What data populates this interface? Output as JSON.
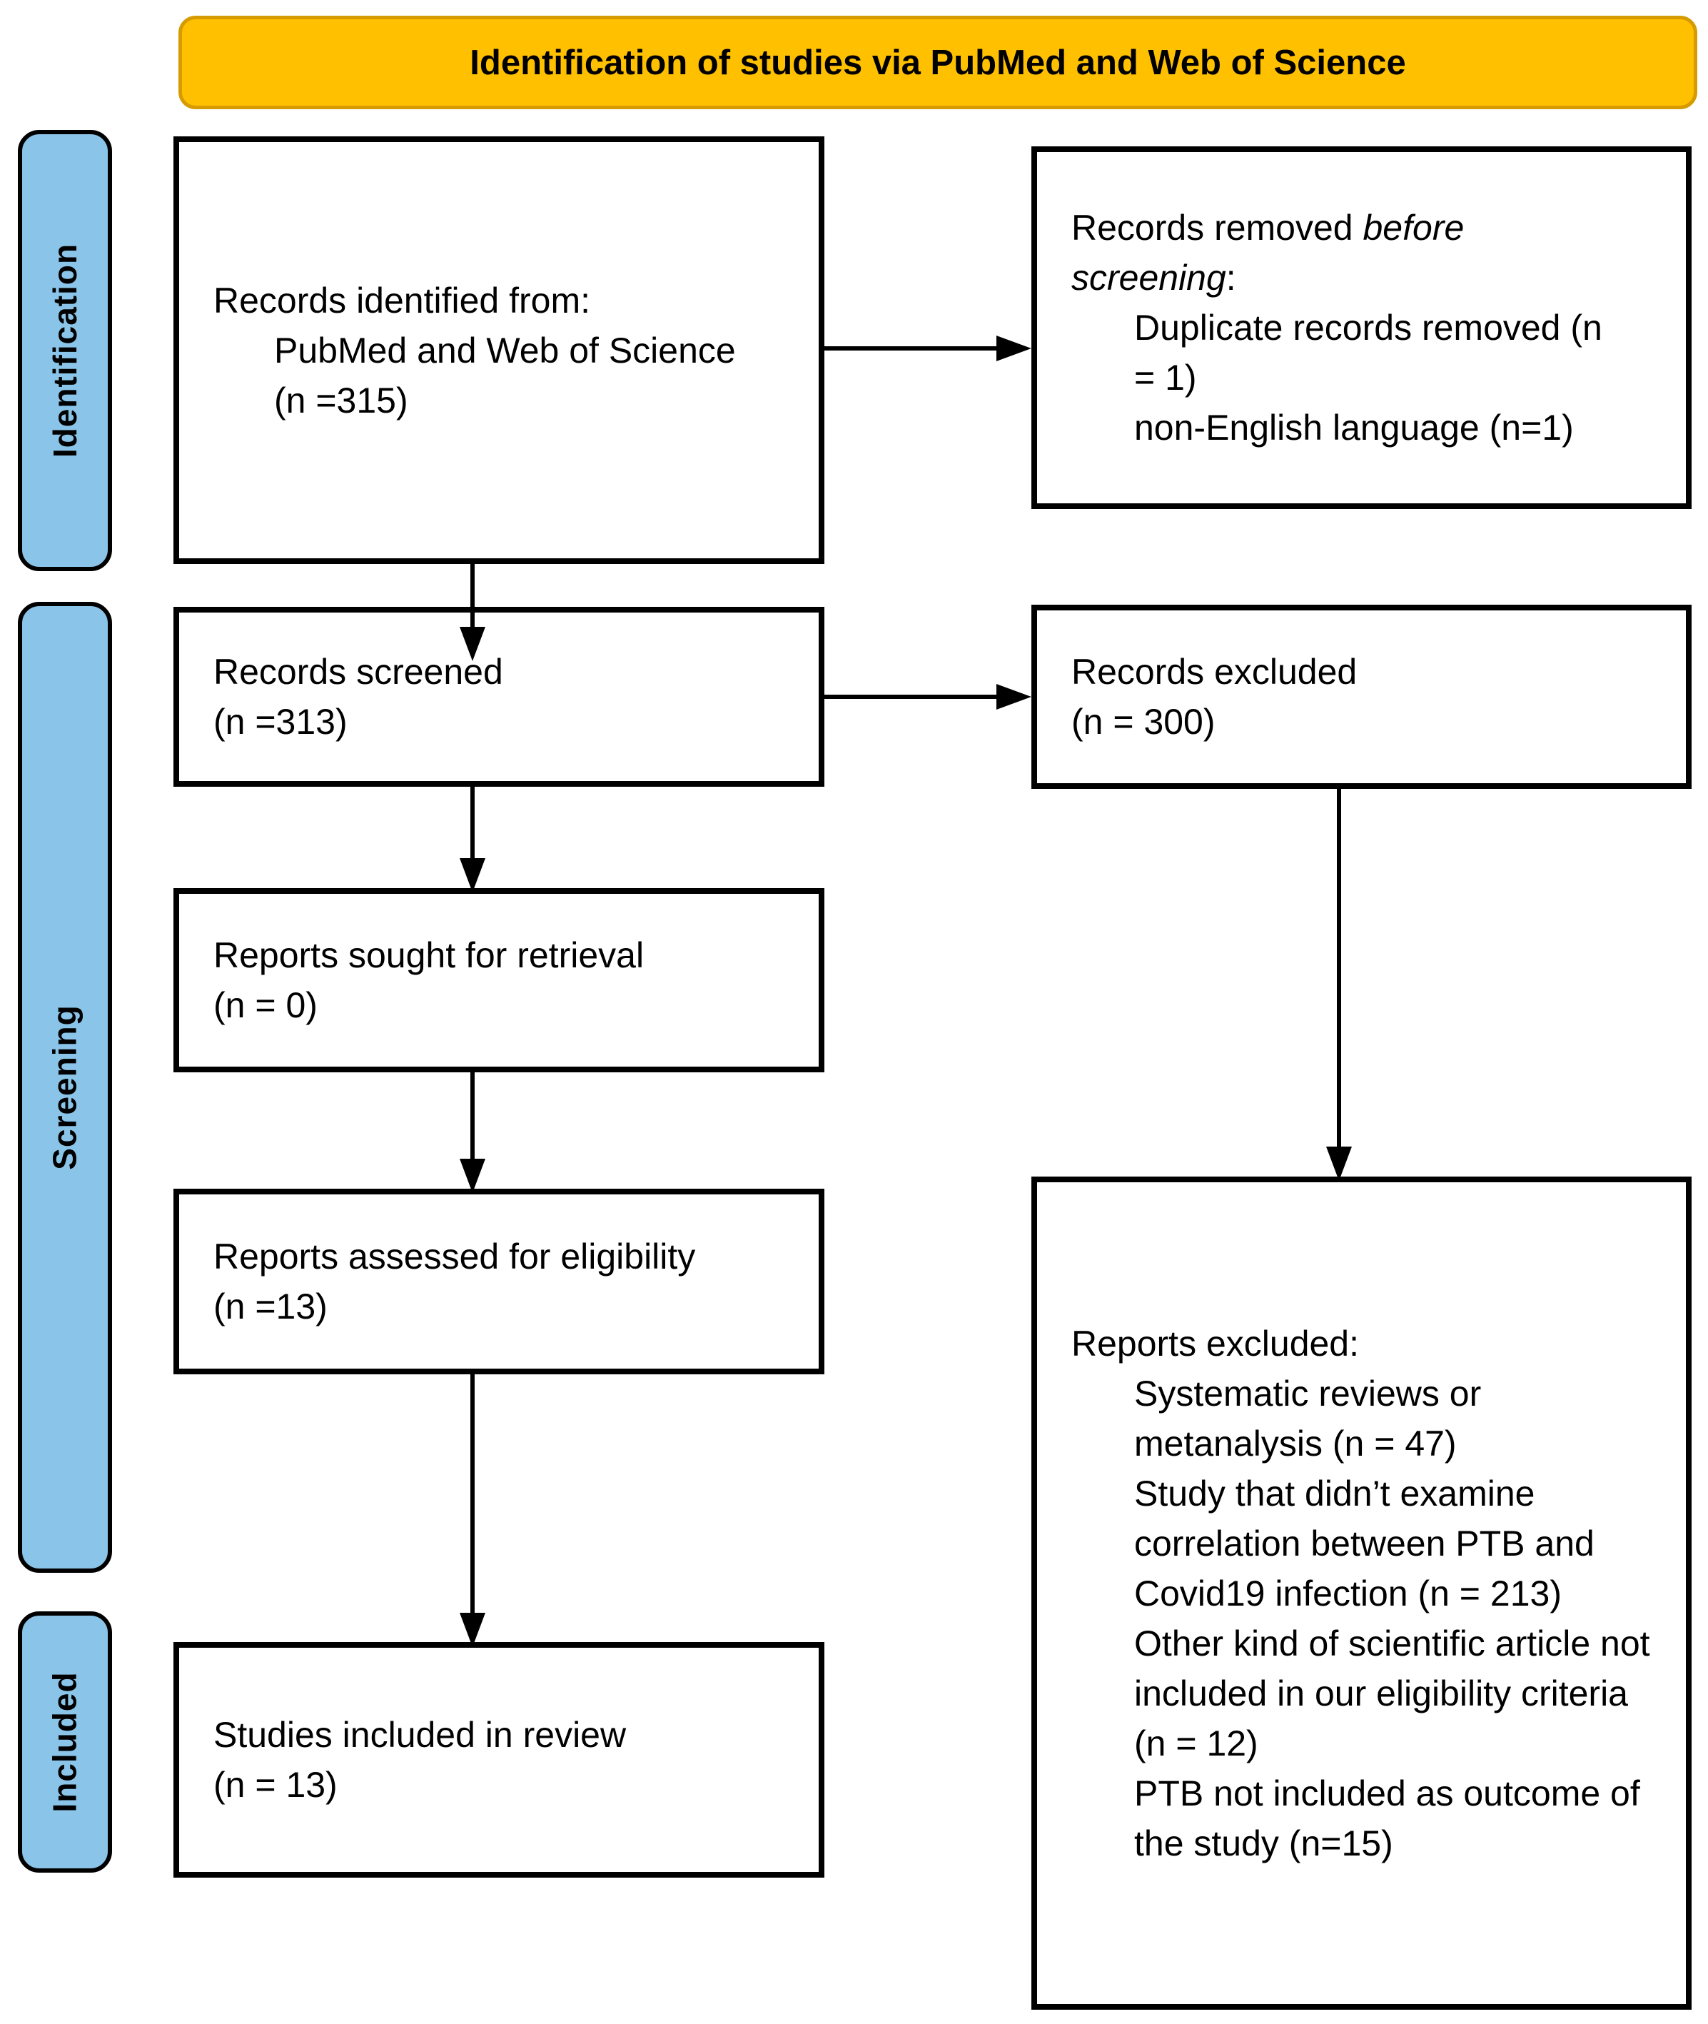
{
  "header": {
    "title": "Identification of studies via PubMed and Web of Science"
  },
  "sidebar": {
    "identification_label": "Identification",
    "screening_label": "Screening",
    "included_label": "Included"
  },
  "flow": {
    "records_identified": {
      "title": "Records identified from:",
      "source": "PubMed and Web of Science",
      "count": "(n =315)"
    },
    "records_removed": {
      "lead_plain": "Records removed ",
      "lead_italic": "before screening",
      "lead_colon": ":",
      "items": [
        "Duplicate records removed (n = 1)",
        "non-English language (n=1)"
      ]
    },
    "records_screened": {
      "label": "Records screened",
      "count": "(n =313)"
    },
    "records_excluded": {
      "label": "Records excluded",
      "count": "(n = 300)"
    },
    "reports_sought": {
      "label": "Reports sought for retrieval",
      "count": "(n = 0)"
    },
    "reports_assessed": {
      "label": "Reports assessed for eligibility",
      "count": "(n =13)"
    },
    "reports_excluded": {
      "label": "Reports excluded:",
      "items": [
        "Systematic reviews or metanalysis (n = 47)",
        "Study that didn’t examine correlation between PTB and Covid19 infection (n = 213)",
        "Other kind of scientific article not included in our eligibility criteria (n = 12)",
        "PTB not included as outcome of the study (n=15)"
      ]
    },
    "studies_included": {
      "label": "Studies included in review",
      "count": "(n = 13)"
    }
  },
  "colors": {
    "banner_fill": "#FFC000",
    "banner_border": "#D59B00",
    "stage_fill": "#8AC4E8",
    "box_border": "#000000"
  }
}
